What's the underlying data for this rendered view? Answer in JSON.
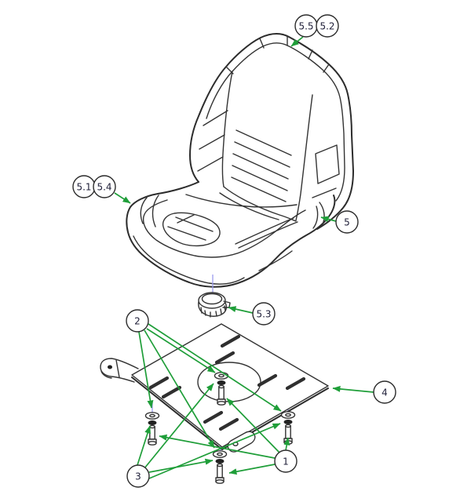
{
  "colors": {
    "line": "#333333",
    "leader_green": "#1f9e39",
    "centerline_blue": "#9a9aef",
    "background": "#ffffff",
    "callout_text": "#20203a"
  },
  "callouts": [
    {
      "label": "5.5"
    },
    {
      "label": "5.2"
    },
    {
      "label": "5.1"
    },
    {
      "label": "5.4"
    },
    {
      "label": "5"
    },
    {
      "label": "5.3"
    },
    {
      "label": "2"
    },
    {
      "label": "4"
    },
    {
      "label": "1"
    },
    {
      "label": "3"
    }
  ]
}
